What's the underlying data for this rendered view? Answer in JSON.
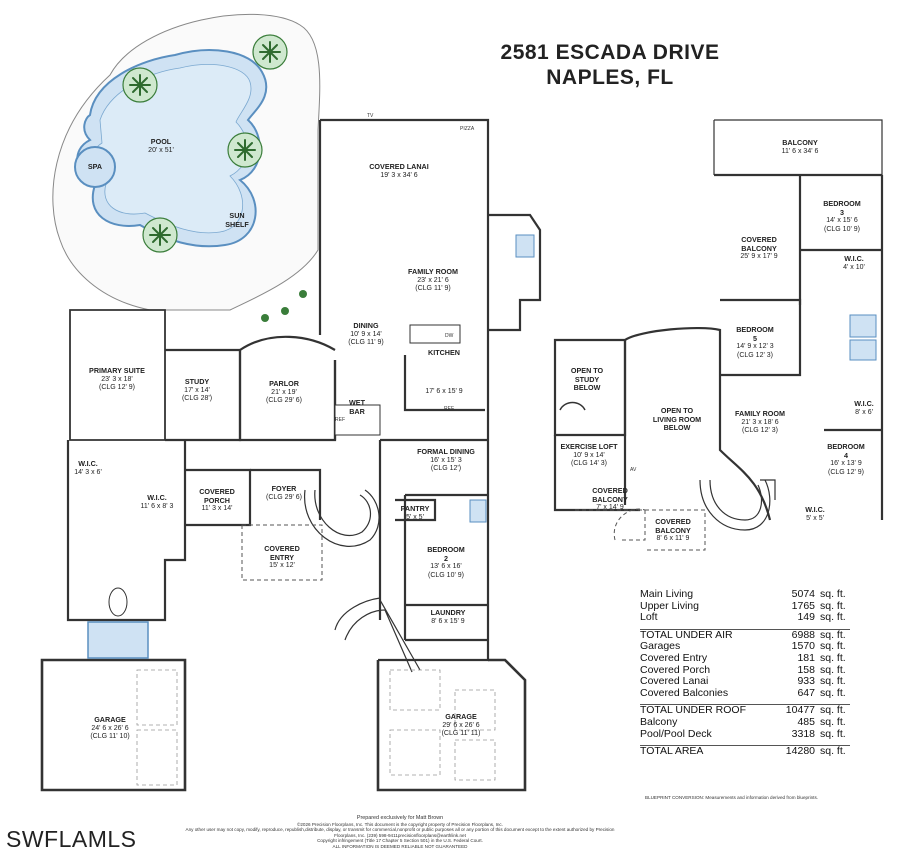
{
  "title": {
    "line1": "2581 ESCADA DRIVE",
    "line2": "NAPLES, FL"
  },
  "rooms": {
    "pool": {
      "name": "POOL",
      "dims": "20' x 51'"
    },
    "spa": {
      "name": "SPA"
    },
    "sun_shelf": {
      "name": "SUN\nSHELF"
    },
    "covered_lanai": {
      "name": "COVERED LANAI",
      "dims": "19' 3 x 34' 6"
    },
    "family_room_main": {
      "name": "FAMILY ROOM",
      "dims": "23' x 21' 6",
      "clg": "(CLG 11' 9)"
    },
    "dining": {
      "name": "DINING",
      "dims": "10' 9 x 14'",
      "clg": "(CLG 11' 9)"
    },
    "kitchen": {
      "name": "KITCHEN",
      "dims": "17' 6 x 15' 9"
    },
    "primary_suite": {
      "name": "PRIMARY SUITE",
      "dims": "23' 3 x 18'",
      "clg": "(CLG 12' 9)"
    },
    "study": {
      "name": "STUDY",
      "dims": "17' x 14'",
      "clg": "(CLG 28')"
    },
    "parlor": {
      "name": "PARLOR",
      "dims": "21' x 19'",
      "clg": "(CLG 29' 6)"
    },
    "wet_bar": {
      "name": "WET\nBAR"
    },
    "formal_dining": {
      "name": "FORMAL DINING",
      "dims": "16' x 15' 3",
      "clg": "(CLG 12')"
    },
    "wic_primary_1": {
      "name": "W.I.C.",
      "dims": "14' 3 x 6'"
    },
    "wic_primary_2": {
      "name": "W.I.C.",
      "dims": "11' 6 x 8' 3"
    },
    "covered_porch": {
      "name": "COVERED\nPORCH",
      "dims": "11' 3 x 14'"
    },
    "foyer": {
      "name": "FOYER",
      "clg": "(CLG 29' 6)"
    },
    "pantry": {
      "name": "PANTRY",
      "dims": "5' x 5'"
    },
    "covered_entry": {
      "name": "COVERED\nENTRY",
      "dims": "15' x 12'"
    },
    "bedroom_2": {
      "name": "BEDROOM\n2",
      "dims": "13' 6 x 16'",
      "clg": "(CLG 10' 9)"
    },
    "laundry": {
      "name": "LAUNDRY",
      "dims": "8' 6 x 15' 9"
    },
    "garage_left": {
      "name": "GARAGE",
      "dims": "24' 6 x 26' 6",
      "clg": "(CLG 11' 10)"
    },
    "garage_right": {
      "name": "GARAGE",
      "dims": "29' 6 x 26' 6",
      "clg": "(CLG 11' 11)"
    },
    "balcony": {
      "name": "BALCONY",
      "dims": "11' 6 x 34' 6"
    },
    "covered_balcony_upper": {
      "name": "COVERED\nBALCONY",
      "dims": "25' 9 x 17' 9"
    },
    "bedroom_3": {
      "name": "BEDROOM\n3",
      "dims": "14' x 15' 6",
      "clg": "(CLG 10' 9)"
    },
    "wic_bed3": {
      "name": "W.I.C.",
      "dims": "4' x 10'"
    },
    "bedroom_5": {
      "name": "BEDROOM\n5",
      "dims": "14' 9 x 12' 3",
      "clg": "(CLG 12' 3)"
    },
    "open_to_study": {
      "name": "OPEN TO\nSTUDY\nBELOW"
    },
    "open_to_living": {
      "name": "OPEN TO\nLIVING ROOM\nBELOW"
    },
    "family_room_upper": {
      "name": "FAMILY ROOM",
      "dims": "21' 3 x 18' 6",
      "clg": "(CLG 12' 3)"
    },
    "wic_upper": {
      "name": "W.I.C.",
      "dims": "8' x 6'"
    },
    "bedroom_4": {
      "name": "BEDROOM\n4",
      "dims": "16' x 13' 9",
      "clg": "(CLG 12' 9)"
    },
    "wic_bed4": {
      "name": "W.I.C.",
      "dims": "5' x 5'"
    },
    "exercise_loft": {
      "name": "EXERCISE LOFT",
      "dims": "10' 9 x 14'",
      "clg": "(CLG 14' 3)"
    },
    "covered_balcony_loft": {
      "name": "COVERED\nBALCONY",
      "dims": "7' x 14' 9"
    },
    "covered_balcony_front": {
      "name": "COVERED\nBALCONY",
      "dims": "8' 6 x 11' 9"
    }
  },
  "fixtures": {
    "tv": "TV",
    "pizza": "PIZZA",
    "dw": "DW",
    "ref": "REF",
    "ref_bar": "REF",
    "av": "AV"
  },
  "areas": {
    "unit": "sq. ft.",
    "rows": [
      {
        "label": "Main Living",
        "value": "5074"
      },
      {
        "label": "Upper Living",
        "value": "1765"
      },
      {
        "label": "Loft",
        "value": "149"
      },
      {
        "label": "TOTAL UNDER AIR",
        "value": "6988",
        "sep": true
      },
      {
        "label": "Garages",
        "value": "1570"
      },
      {
        "label": "Covered Entry",
        "value": "181"
      },
      {
        "label": "Covered Porch",
        "value": "158"
      },
      {
        "label": "Covered Lanai",
        "value": "933"
      },
      {
        "label": "Covered Balconies",
        "value": "647"
      },
      {
        "label": "TOTAL UNDER ROOF",
        "value": "10477",
        "sep": true
      },
      {
        "label": "Balcony",
        "value": "485"
      },
      {
        "label": "Pool/Pool Deck",
        "value": "3318"
      },
      {
        "label": "TOTAL AREA",
        "value": "14280",
        "sep": true
      }
    ]
  },
  "blueprint_note": "BLUEPRINT CONVERSION: Measurements and information derived from blueprints.",
  "footer": {
    "prepared": "Prepared exclusively for Matt Brown",
    "copyright": "©2026 Precision Floorplans, Inc. This document is the copyright property of Precision Floorplans, Inc.",
    "line3": "Any other user may not copy, modify, reproduce, republish,distribute, display, or transmit for commercial,nonprofit or public purposes all or any portion of this document except to the extent authorized by Precision Floorplans, Inc. (239) 598-9411precisionfloorplans@earthlink.net",
    "line4": "Copyright infringement (Title 17 Chapter 5 Section 501) in the U.S. Federal Court.",
    "line5": "ALL INFORMATION IS DEEMED RELIABLE NOT GUARANTEED"
  },
  "watermark": "SWFLAMLS"
}
